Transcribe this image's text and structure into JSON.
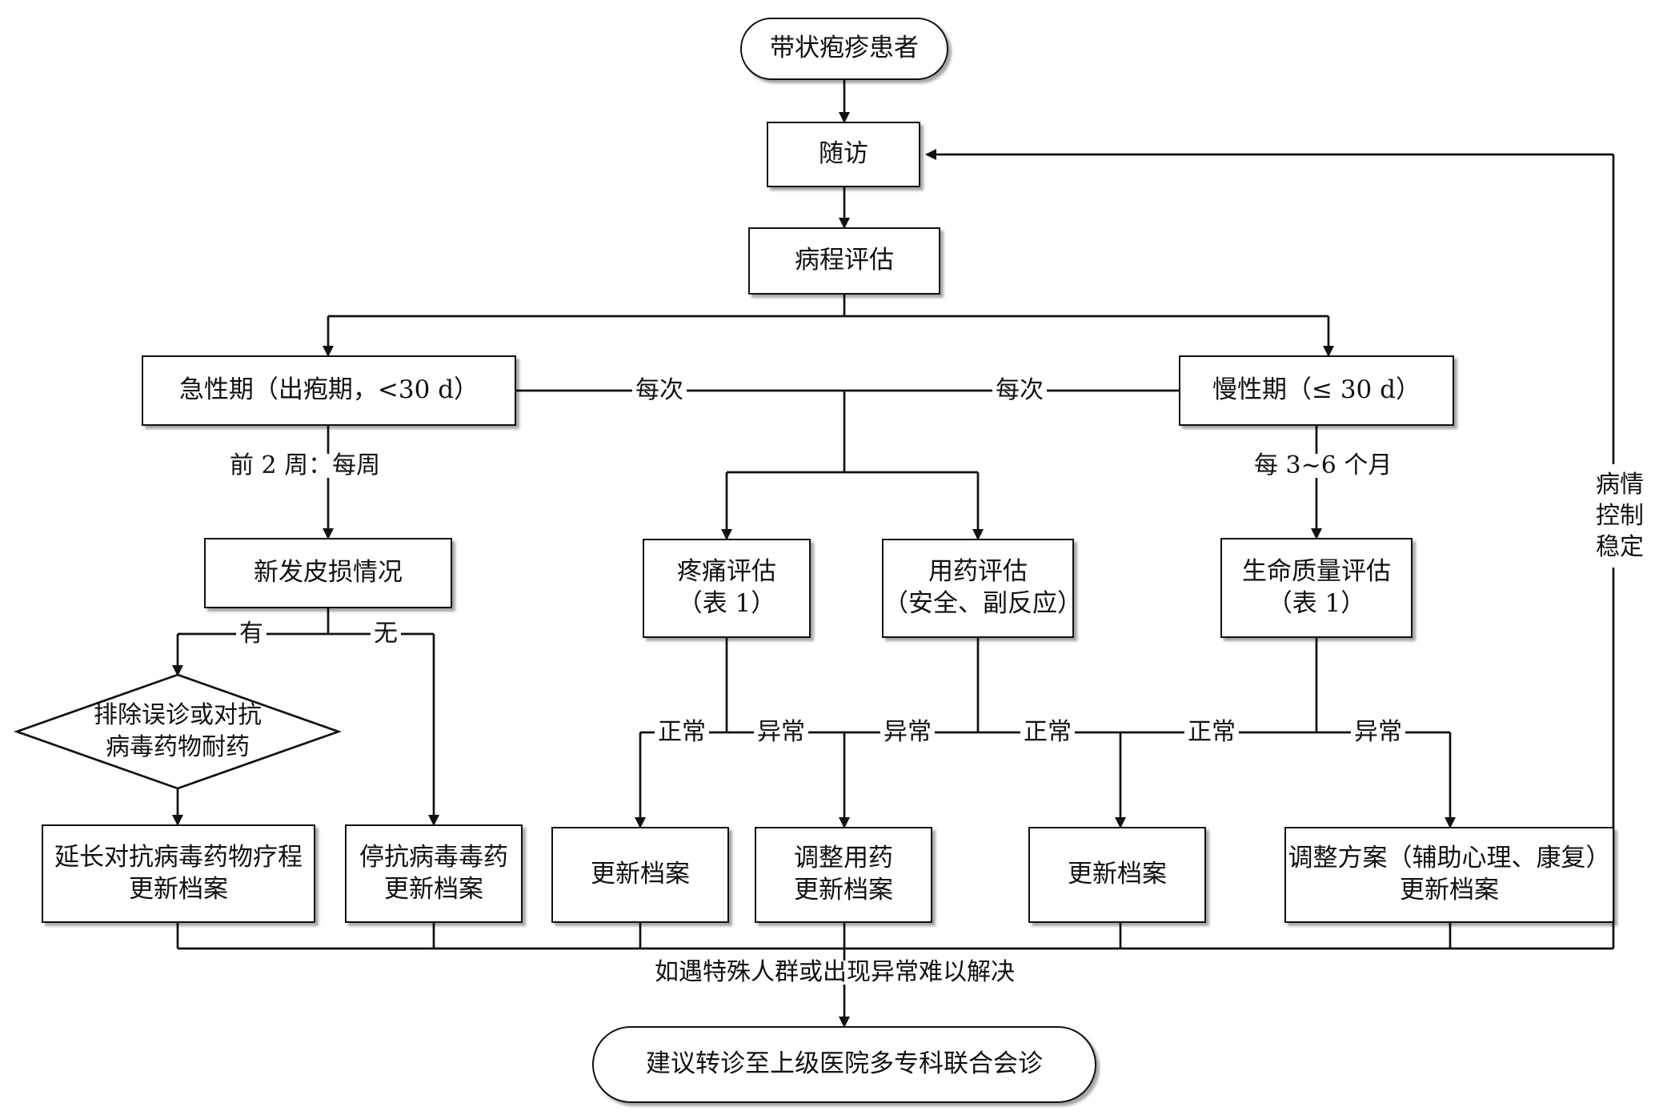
{
  "nodes": {
    "start": "带状疱疹患者",
    "followup": "随访",
    "assessment": "病程评估",
    "acute": "急性期（出疱期，<30 d）",
    "chronic": "慢性期（≤ 30 d）",
    "new_lesion": "新发皮损情况",
    "exclude": [
      "排除误诊或对抗",
      "病毒药物耐药"
    ],
    "extend": [
      "延长对抗病毒药物疗程",
      "更新档案"
    ],
    "stop": [
      "停抗病毒毒药",
      "更新档案"
    ],
    "pain": [
      "疼痛评估",
      "（表 1）"
    ],
    "medication": [
      "用药评估",
      "（安全、副反应）"
    ],
    "qol": [
      "生命质量评估",
      "（表 1）"
    ],
    "update1": "更新档案",
    "adjust_med": [
      "调整用药",
      "更新档案"
    ],
    "update2": "更新档案",
    "adjust_plan": [
      "调整方案（辅助心理、康复）",
      "更新档案"
    ],
    "referral": "建议转诊至上级医院多专科联合会诊"
  },
  "labels": {
    "every_time_left": "每次",
    "every_time_right": "每次",
    "first_two_weeks": "前 2 周：每周",
    "every_3_6_months": "每 3~6 个月",
    "yes": "有",
    "no": "无",
    "normal_pain": "正常",
    "abnormal_pain": "异常",
    "abnormal_med": "异常",
    "normal_med": "正常",
    "normal_qol": "正常",
    "abnormal_qol": "异常",
    "special": "如遇特殊人群或出现异常难以解决",
    "stable": [
      "病情",
      "控制",
      "稳定"
    ]
  }
}
